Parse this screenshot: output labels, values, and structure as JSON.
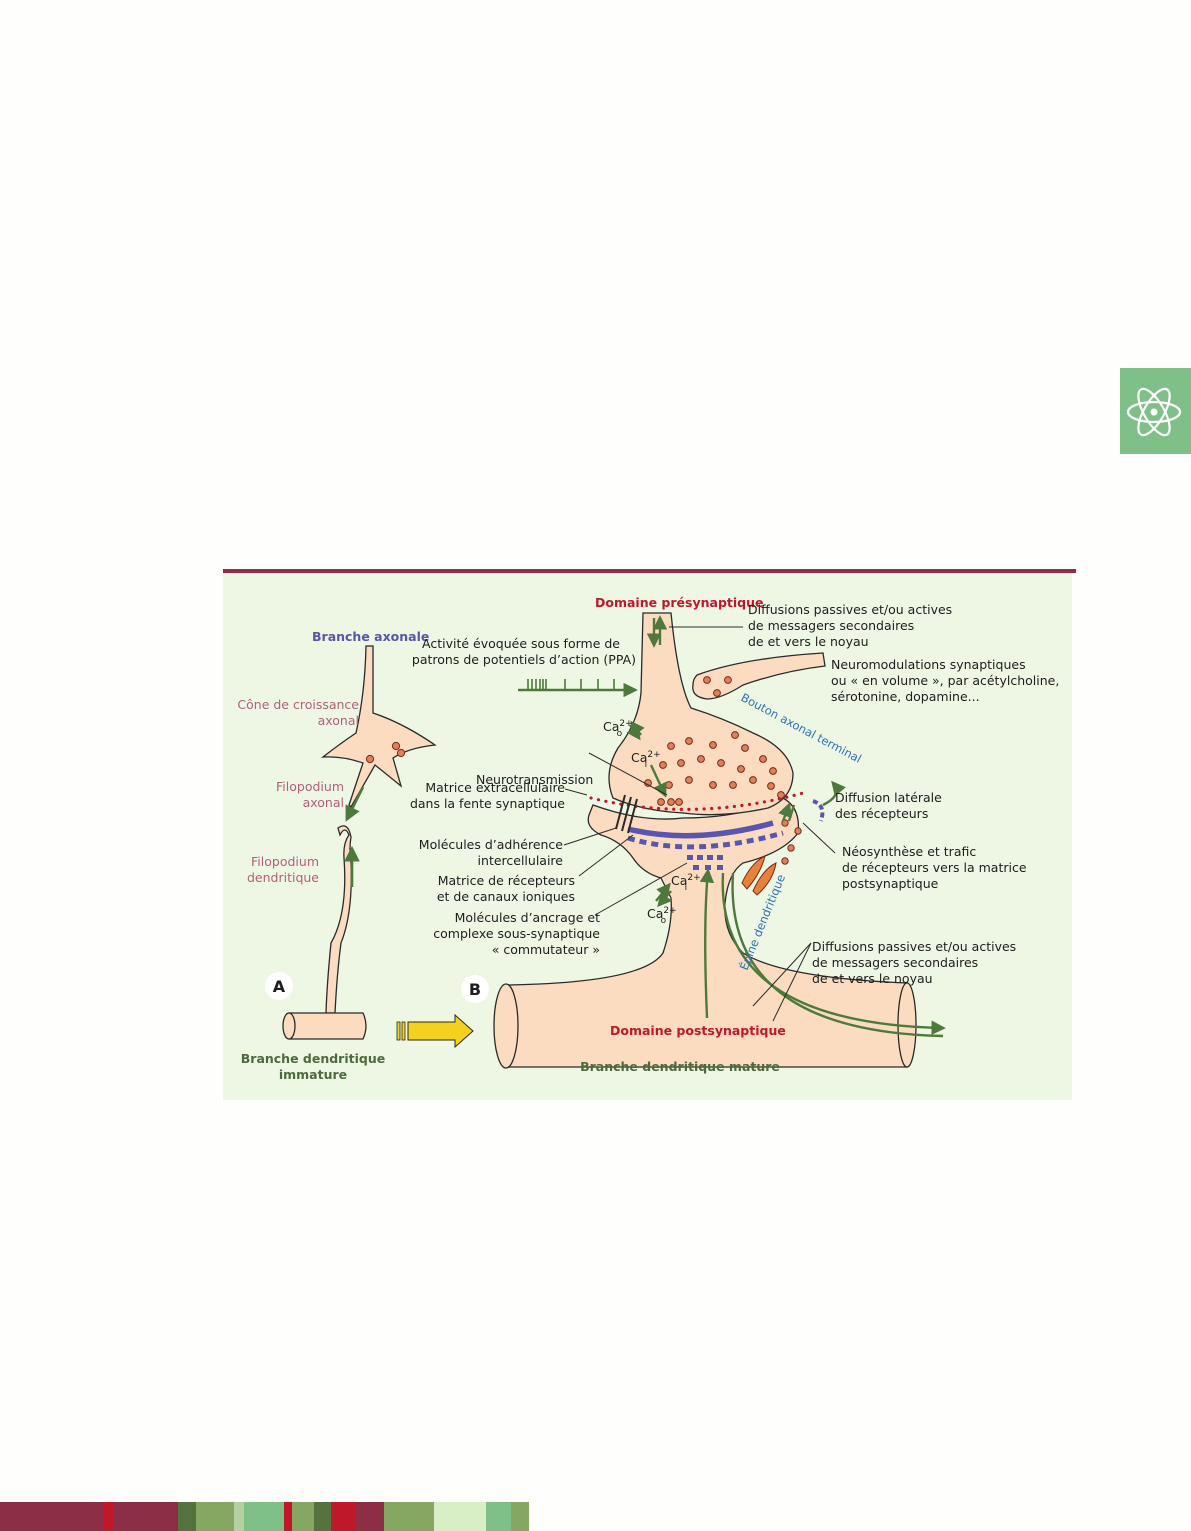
{
  "side_tab": {
    "icon": "atom-icon",
    "color": "#7fc089"
  },
  "colors": {
    "rule": "#8b2e46",
    "panel": "#eef6e4",
    "tissue": "#fbdcc0",
    "outline": "#2a2a2a",
    "arrow": "#4d7a3c",
    "vesicle": "#e0805a",
    "receptor": "#5a56b0",
    "matrix_dots": "#c0172a",
    "yellow_arrow": "#f2d21e"
  },
  "labels": {
    "domaine_presynaptique": "Domaine présynaptique",
    "diffusions_haut_1": "Diffusions passives et/ou actives",
    "diffusions_haut_2": "de messagers secondaires",
    "diffusions_haut_3": "de et vers le noyau",
    "activite_1": "Activité évoquée sous forme de",
    "activite_2": "patrons de potentiels d’action (PPA)",
    "branche_axonale": "Branche axonale",
    "neuromod_1": "Neuromodulations synaptiques",
    "neuromod_2": "ou « en volume », par acétylcholine,",
    "neuromod_3": "sérotonine, dopamine...",
    "cone_1": "Cône de croissance",
    "cone_2": "axonal",
    "bouton_axonal": "Bouton axonal terminal",
    "ca_o": "Ca",
    "ca_i": "Ca",
    "ca_sup": "2+",
    "sub_o": "o",
    "sub_i": "i",
    "neurotransmission": "Neurotransmission",
    "filopodium_axonal_1": "Filopodium",
    "filopodium_axonal_2": "axonal",
    "matrice_extra_1": "Matrice extracellulaire",
    "matrice_extra_2": "dans la fente synaptique",
    "diffusion_laterale_1": "Diffusion latérale",
    "diffusion_laterale_2": "des récepteurs",
    "molecules_adherence_1": "Molécules d’adhérence",
    "molecules_adherence_2": "intercellulaire",
    "filopodium_dendritique_1": "Filopodium",
    "filopodium_dendritique_2": "dendritique",
    "neosynthese_1": "Néosynthèse et trafic",
    "neosynthese_2": "de récepteurs vers la matrice",
    "neosynthese_3": "postsynaptique",
    "matrice_recepteurs_1": "Matrice de récepteurs",
    "matrice_recepteurs_2": "et de canaux ioniques",
    "molecules_ancrage_1": "Molécules d’ancrage et",
    "molecules_ancrage_2": "complexe sous-synaptique",
    "molecules_ancrage_3": "« commutateur »",
    "epine_dendritique": "Épine dendritique",
    "diffusions_bas_1": "Diffusions passives et/ou actives",
    "diffusions_bas_2": "de messagers secondaires",
    "diffusions_bas_3": "de et vers le noyau",
    "panel_a": "A",
    "panel_b": "B",
    "domaine_postsynaptique": "Domaine postsynaptique",
    "branche_dendritique_immature_1": "Branche dendritique",
    "branche_dendritique_immature_2": "immature",
    "branche_dendritique_mature": "Branche dendritique mature"
  },
  "footer_bar": [
    {
      "color": "#8b2e46",
      "width": 104
    },
    {
      "color": "#c0172a",
      "width": 10
    },
    {
      "color": "#8b2e46",
      "width": 64
    },
    {
      "color": "#56733f",
      "width": 18
    },
    {
      "color": "#85a762",
      "width": 38
    },
    {
      "color": "#b4d0a0",
      "width": 10
    },
    {
      "color": "#7fc089",
      "width": 40
    },
    {
      "color": "#c0172a",
      "width": 8
    },
    {
      "color": "#85a762",
      "width": 22
    },
    {
      "color": "#56733f",
      "width": 17
    },
    {
      "color": "#c0172a",
      "width": 24
    },
    {
      "color": "#8b2e46",
      "width": 29
    },
    {
      "color": "#85a762",
      "width": 50
    },
    {
      "color": "#d8efc6",
      "width": 52
    },
    {
      "color": "#7fc089",
      "width": 25
    },
    {
      "color": "#85a762",
      "width": 18
    }
  ]
}
